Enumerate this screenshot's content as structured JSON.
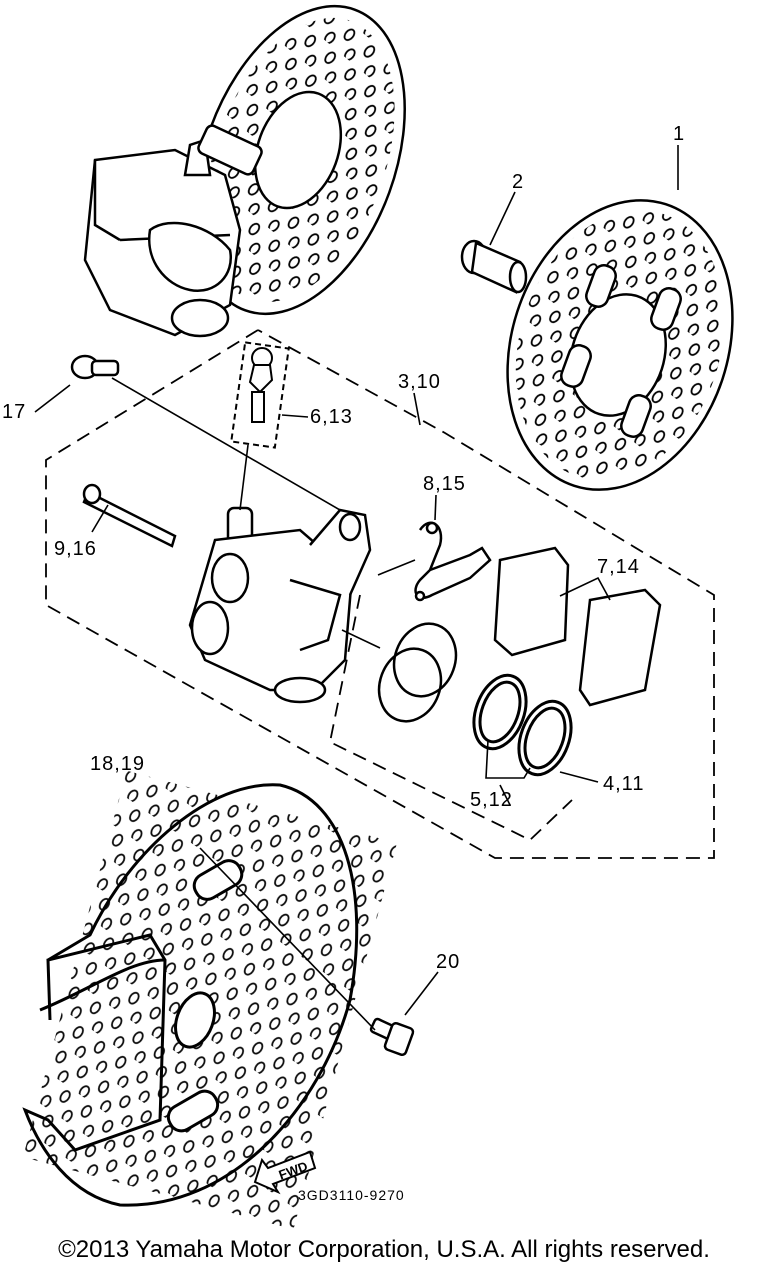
{
  "diagram": {
    "callouts": {
      "c1": "1",
      "c2": "2",
      "c3_10": "3,10",
      "c17": "17",
      "c6_13": "6,13",
      "c8_15": "8,15",
      "c9_16": "9,16",
      "c7_14": "7,14",
      "c18_19": "18,19",
      "c4_11": "4,11",
      "c5_12": "5,12",
      "c20": "20"
    },
    "fwd_label": "FWD",
    "drawing_code": "3GD3110-9270"
  },
  "footer": {
    "copyright": "©2013 Yamaha Motor Corporation, U.S.A. All rights reserved."
  }
}
